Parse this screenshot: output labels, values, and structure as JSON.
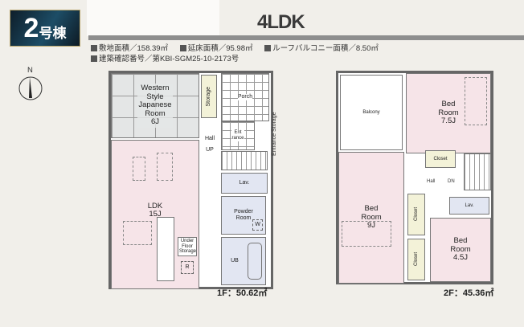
{
  "header": {
    "building_number": "2",
    "building_suffix": "号棟",
    "layout_type": "4LDK",
    "info_line1": [
      "敷地面積／158.39㎡",
      "延床面積／95.98㎡",
      "ルーフバルコニー面積／8.50㎡"
    ],
    "info_line2": "建築確認番号／第KBI-SGM25-10-2173号"
  },
  "compass": {
    "label": "N"
  },
  "floor1": {
    "area": "1F：50.62㎡",
    "rooms": {
      "japanese": [
        "Western",
        "Style",
        "Japanese",
        "Room",
        "6J"
      ],
      "storage": "Storage",
      "porch": "Porch",
      "entrance_storage": "Entrance Storage",
      "entrance": [
        "Ent",
        "rance"
      ],
      "hall": "Hall",
      "up": "UP",
      "ldk": [
        "LDK",
        "15J"
      ],
      "lav": "Lav.",
      "powder": [
        "Powder",
        "Room"
      ],
      "washer": "W",
      "ub": "UB",
      "underfloor": "Under Floor Storage",
      "fridge": "R"
    }
  },
  "floor2": {
    "area": "2F：45.36㎡",
    "rooms": {
      "balcony": "Balcony",
      "bed1": [
        "Bed",
        "Room",
        "7.5J"
      ],
      "bed2": [
        "Bed",
        "Room",
        "9J"
      ],
      "bed3": [
        "Bed",
        "Room",
        "4.5J"
      ],
      "closet": "Closet",
      "hall": "Hall",
      "dn": "DN",
      "lav": "Lav."
    }
  }
}
